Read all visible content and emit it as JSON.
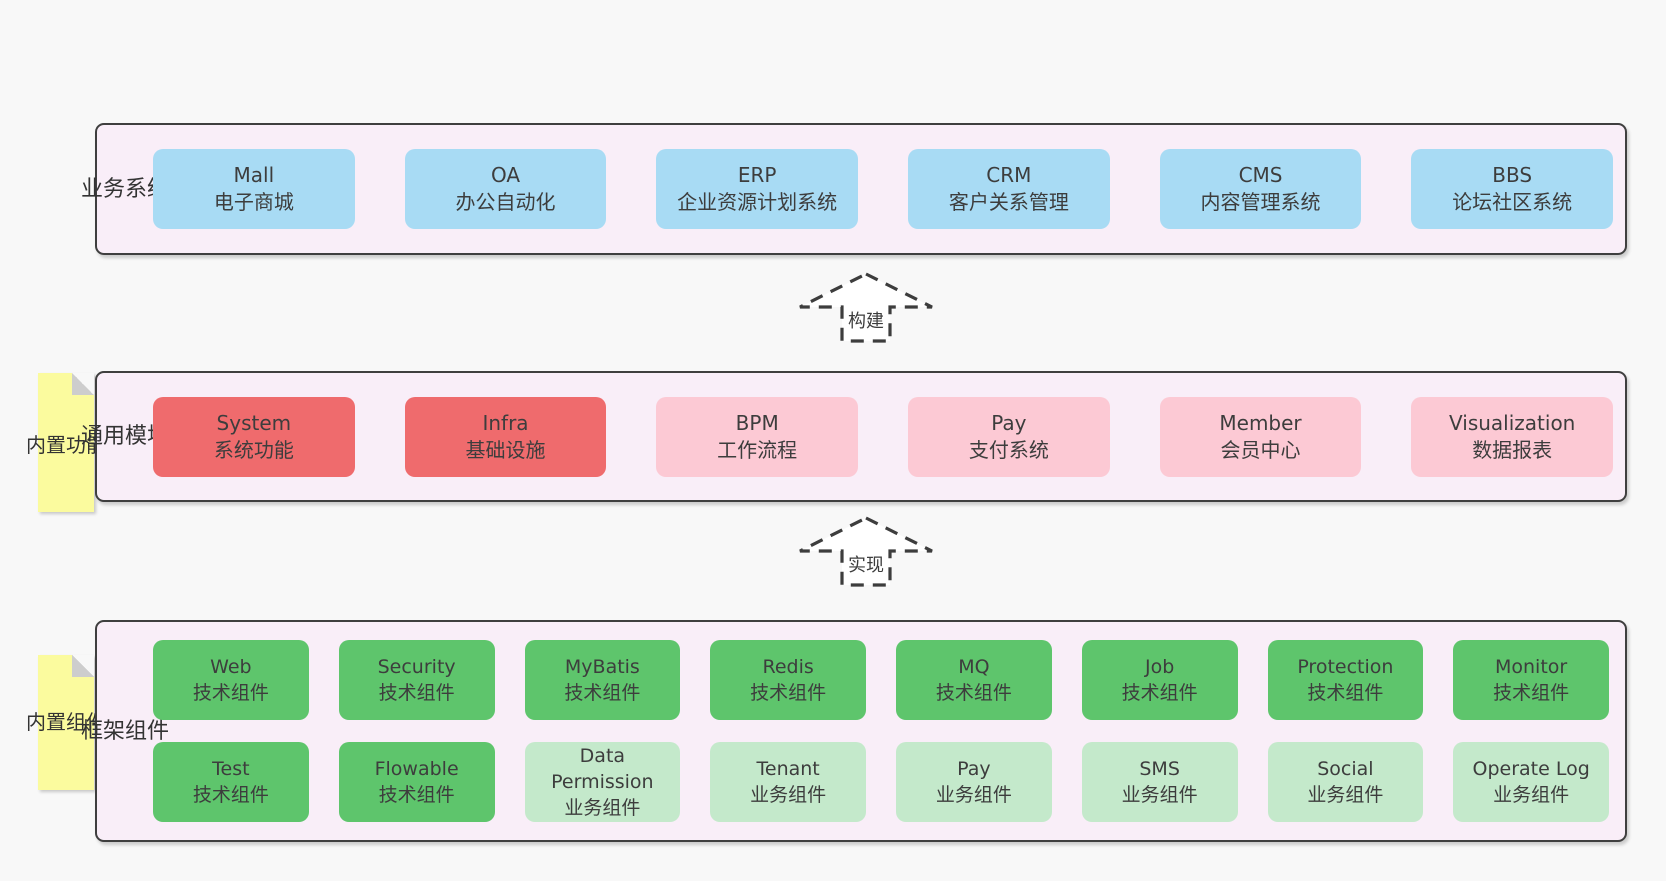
{
  "colors": {
    "page_bg": "#f8f8f8",
    "section_bg": "#f9eef8",
    "section_border": "#3f3f3f",
    "box_blue": "#a8dbf4",
    "box_red": "#ef6b6d",
    "box_pink": "#fcc9d4",
    "box_green_dark": "#5ec56c",
    "box_green_light": "#c4e9cb",
    "note_yellow": "#fbfb9e",
    "note_fold": "#cdcdcd",
    "text": "#3d3d3d",
    "arrow_line": "#3d3d3d"
  },
  "arrows": [
    {
      "label": "构建"
    },
    {
      "label": "实现"
    }
  ],
  "sections": [
    {
      "label": "业务系统",
      "boxes": [
        {
          "title": "Mall",
          "subtitle": "电子商城"
        },
        {
          "title": "OA",
          "subtitle": "办公自动化"
        },
        {
          "title": "ERP",
          "subtitle": "企业资源计划系统"
        },
        {
          "title": "CRM",
          "subtitle": "客户关系管理"
        },
        {
          "title": "CMS",
          "subtitle": "内容管理系统"
        },
        {
          "title": "BBS",
          "subtitle": "论坛社区系统"
        }
      ]
    },
    {
      "label": "通用模块",
      "note": "内置功能",
      "boxes": [
        {
          "title": "System",
          "subtitle": "系统功能"
        },
        {
          "title": "Infra",
          "subtitle": "基础设施"
        },
        {
          "title": "BPM",
          "subtitle": "工作流程"
        },
        {
          "title": "Pay",
          "subtitle": "支付系统"
        },
        {
          "title": "Member",
          "subtitle": "会员中心"
        },
        {
          "title": "Visualization",
          "subtitle": "数据报表"
        }
      ]
    },
    {
      "label": "框架组件",
      "note": "内置组件",
      "rows": [
        [
          {
            "title": "Web",
            "subtitle": "技术组件"
          },
          {
            "title": "Security",
            "subtitle": "技术组件"
          },
          {
            "title": "MyBatis",
            "subtitle": "技术组件"
          },
          {
            "title": "Redis",
            "subtitle": "技术组件"
          },
          {
            "title": "MQ",
            "subtitle": "技术组件"
          },
          {
            "title": "Job",
            "subtitle": "技术组件"
          },
          {
            "title": "Protection",
            "subtitle": "技术组件"
          },
          {
            "title": "Monitor",
            "subtitle": "技术组件"
          }
        ],
        [
          {
            "title": "Test",
            "subtitle": "技术组件"
          },
          {
            "title": "Flowable",
            "subtitle": "技术组件"
          },
          {
            "title": "Data Permission",
            "subtitle": "业务组件"
          },
          {
            "title": "Tenant",
            "subtitle": "业务组件"
          },
          {
            "title": "Pay",
            "subtitle": "业务组件"
          },
          {
            "title": "SMS",
            "subtitle": "业务组件"
          },
          {
            "title": "Social",
            "subtitle": "业务组件"
          },
          {
            "title": "Operate Log",
            "subtitle": "业务组件"
          }
        ]
      ]
    }
  ]
}
